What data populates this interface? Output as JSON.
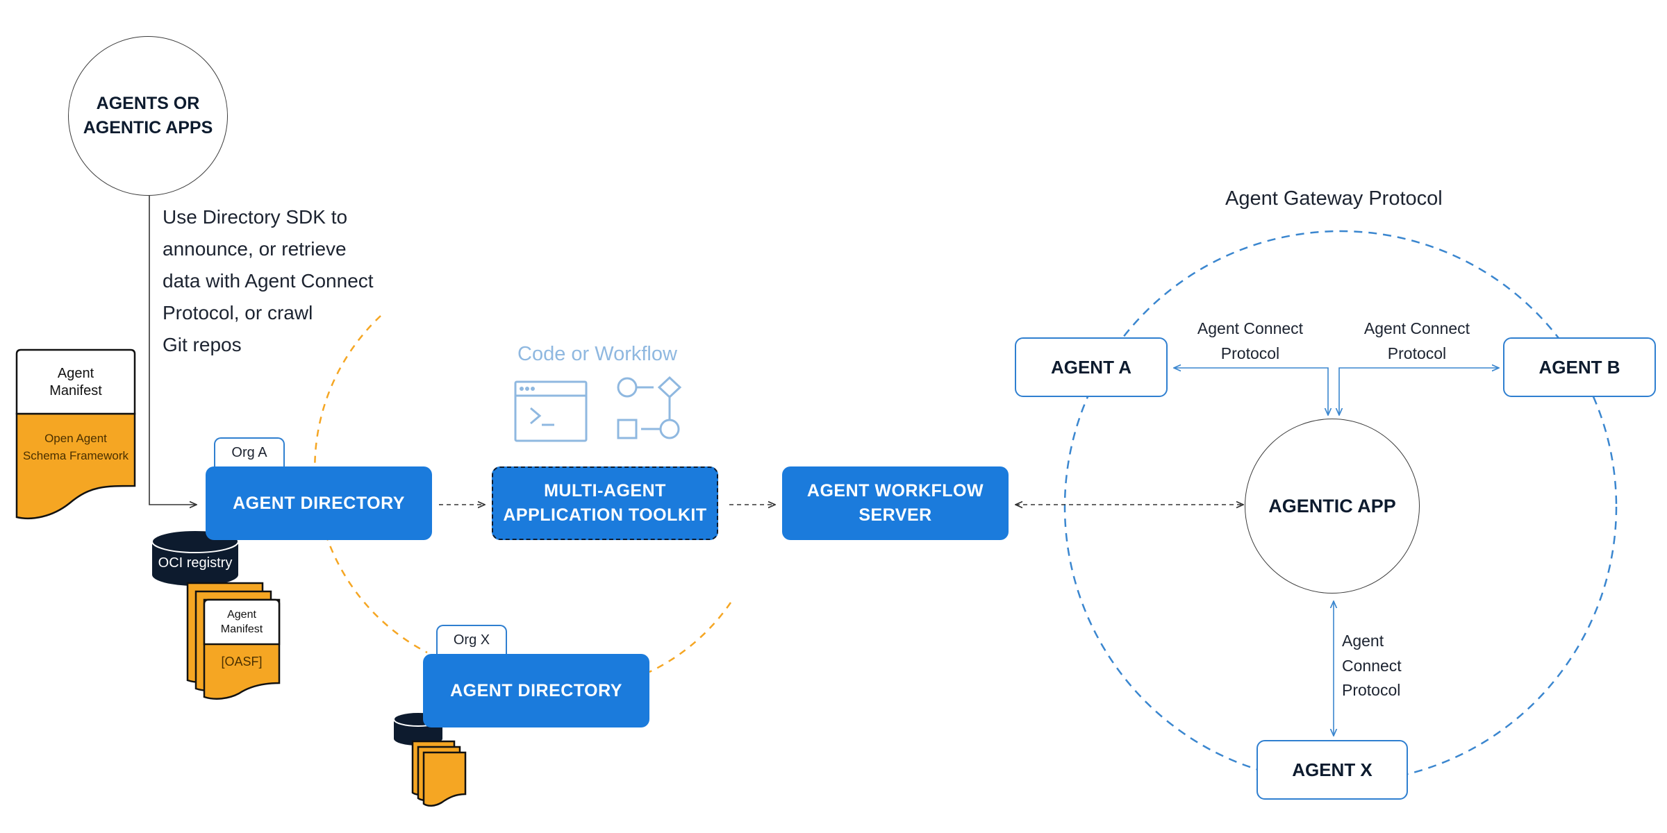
{
  "nodes": {
    "agents_apps": "AGENTS OR\nAGENTIC APPS",
    "sdk_note": [
      "Use Directory SDK to",
      "announce, or retrieve",
      "data with Agent Connect",
      "Protocol, or crawl",
      "Git repos"
    ],
    "manifest_doc": {
      "title": "Agent\nManifest",
      "body": "Open Agent\nSchema Framework"
    },
    "org_a_tab": "Org A",
    "org_x_tab": "Org X",
    "agent_directory_a": "AGENT DIRECTORY",
    "agent_directory_x": "AGENT DIRECTORY",
    "oci_registry": "OCI registry",
    "stack_manifest": {
      "title": "Agent\nManifest",
      "body": "[OASF]"
    },
    "code_workflow": "Code or Workflow",
    "toolkit": "MULTI-AGENT\nAPPLICATION TOOLKIT",
    "workflow_server": "AGENT WORKFLOW\nSERVER",
    "gateway_label": "Agent Gateway Protocol",
    "agent_a": "AGENT A",
    "agent_b": "AGENT B",
    "agent_x": "AGENT X",
    "agentic_app": "AGENTIC APP",
    "acp_left": "Agent Connect\nProtocol",
    "acp_right": "Agent Connect\nProtocol",
    "acp_bottom": "Agent\nConnect\nProtocol"
  },
  "colors": {
    "primary_blue": "#1b7bdc",
    "outline_blue": "#2f7fd0",
    "light_blue": "#8fb8e0",
    "orange": "#f5a623",
    "navy": "#0d1b2e"
  },
  "icons": [
    "terminal-window-icon",
    "workflow-shapes-icon",
    "database-cylinder-icon",
    "document-stack-icon"
  ]
}
